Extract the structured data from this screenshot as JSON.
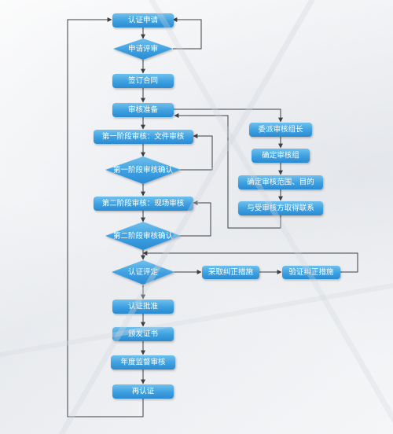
{
  "nodes": {
    "certification_application": "认证申请",
    "application_review": "申请评审",
    "sign_contract": "签订合同",
    "audit_preparation": "审核准备",
    "stage1_document_audit": "第一阶段审核：文件审核",
    "stage1_audit_confirmation": "第一阶段审核确认",
    "stage2_onsite_audit": "第二阶段审核：现场审核",
    "stage2_audit_confirmation": "第二阶段审核确认",
    "certification_evaluation": "认证评定",
    "certification_approval": "认证批准",
    "issue_certificate": "颁发证书",
    "annual_surveillance_audit": "年度监督审核",
    "recertification": "再认证",
    "appoint_audit_team_leader": "委派审核组长",
    "determine_audit_team": "确定审核组",
    "determine_audit_scope": "确定审核范围、目的",
    "obtain_contact_with_auditee": "与受审核方取得联系",
    "take_corrective_measures": "采取纠正措施",
    "verify_corrective_measures": "验证纠正措施"
  },
  "colors": {
    "node_top": "#6fc0ec",
    "node_bottom": "#2a8bd2",
    "connector": "#3b3f44"
  }
}
